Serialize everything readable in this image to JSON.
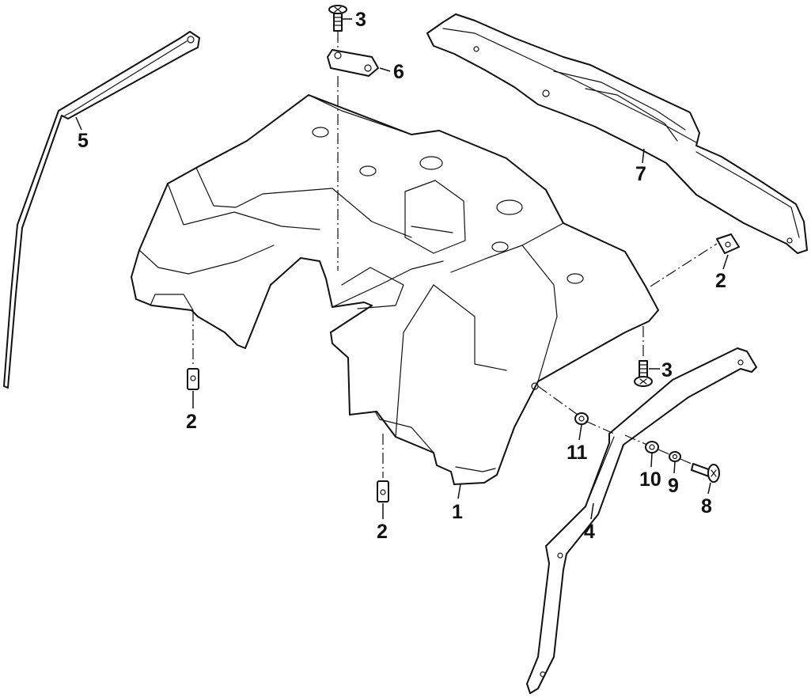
{
  "colors": {
    "line": "#111111",
    "background": "#ffffff"
  },
  "callouts": [
    {
      "id": "c1",
      "label": "1"
    },
    {
      "id": "c2a",
      "label": "2"
    },
    {
      "id": "c2b",
      "label": "2"
    },
    {
      "id": "c2c",
      "label": "2"
    },
    {
      "id": "c3a",
      "label": "3"
    },
    {
      "id": "c3b",
      "label": "3"
    },
    {
      "id": "c4",
      "label": "4"
    },
    {
      "id": "c5",
      "label": "5"
    },
    {
      "id": "c6",
      "label": "6"
    },
    {
      "id": "c7",
      "label": "7"
    },
    {
      "id": "c8",
      "label": "8"
    },
    {
      "id": "c9",
      "label": "9"
    },
    {
      "id": "c10",
      "label": "10"
    },
    {
      "id": "c11",
      "label": "11"
    }
  ]
}
